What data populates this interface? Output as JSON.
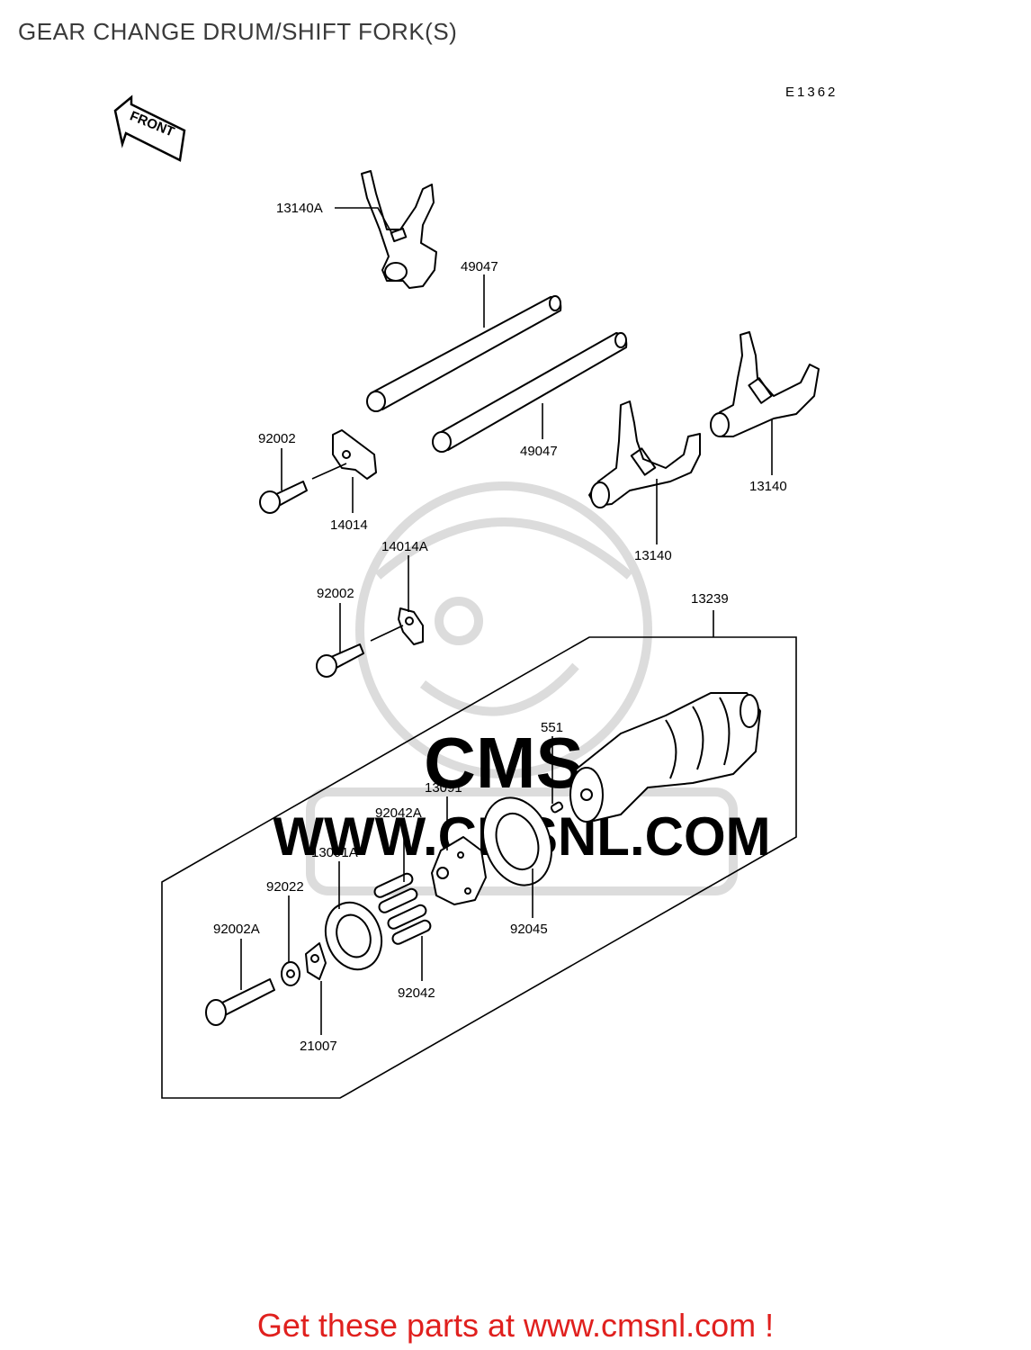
{
  "title": "GEAR CHANGE DRUM/SHIFT FORK(S)",
  "diagram_code": "E1362",
  "front_label": "FRONT",
  "watermark": "WWW.CMSNL.COM",
  "watermark_logo": "CMS",
  "footer": "Get these parts at www.cmsnl.com !",
  "parts": {
    "p13140A": "13140A",
    "p49047_top": "49047",
    "p49047_bottom": "49047",
    "p92002_upper": "92002",
    "p14014": "14014",
    "p14014A": "14014A",
    "p92002_lower": "92002",
    "p13140_right": "13140",
    "p13140_center": "13140",
    "p13239": "13239",
    "p551": "551",
    "p13091": "13091",
    "p92042A": "92042A",
    "p13091A": "13091A",
    "p92022": "92022",
    "p92002A": "92002A",
    "p92045": "92045",
    "p92042": "92042",
    "p21007": "21007"
  },
  "colors": {
    "line": "#000000",
    "watermark": "#dcdcdc",
    "footer": "#e0201e",
    "title": "#3a3a3a"
  }
}
